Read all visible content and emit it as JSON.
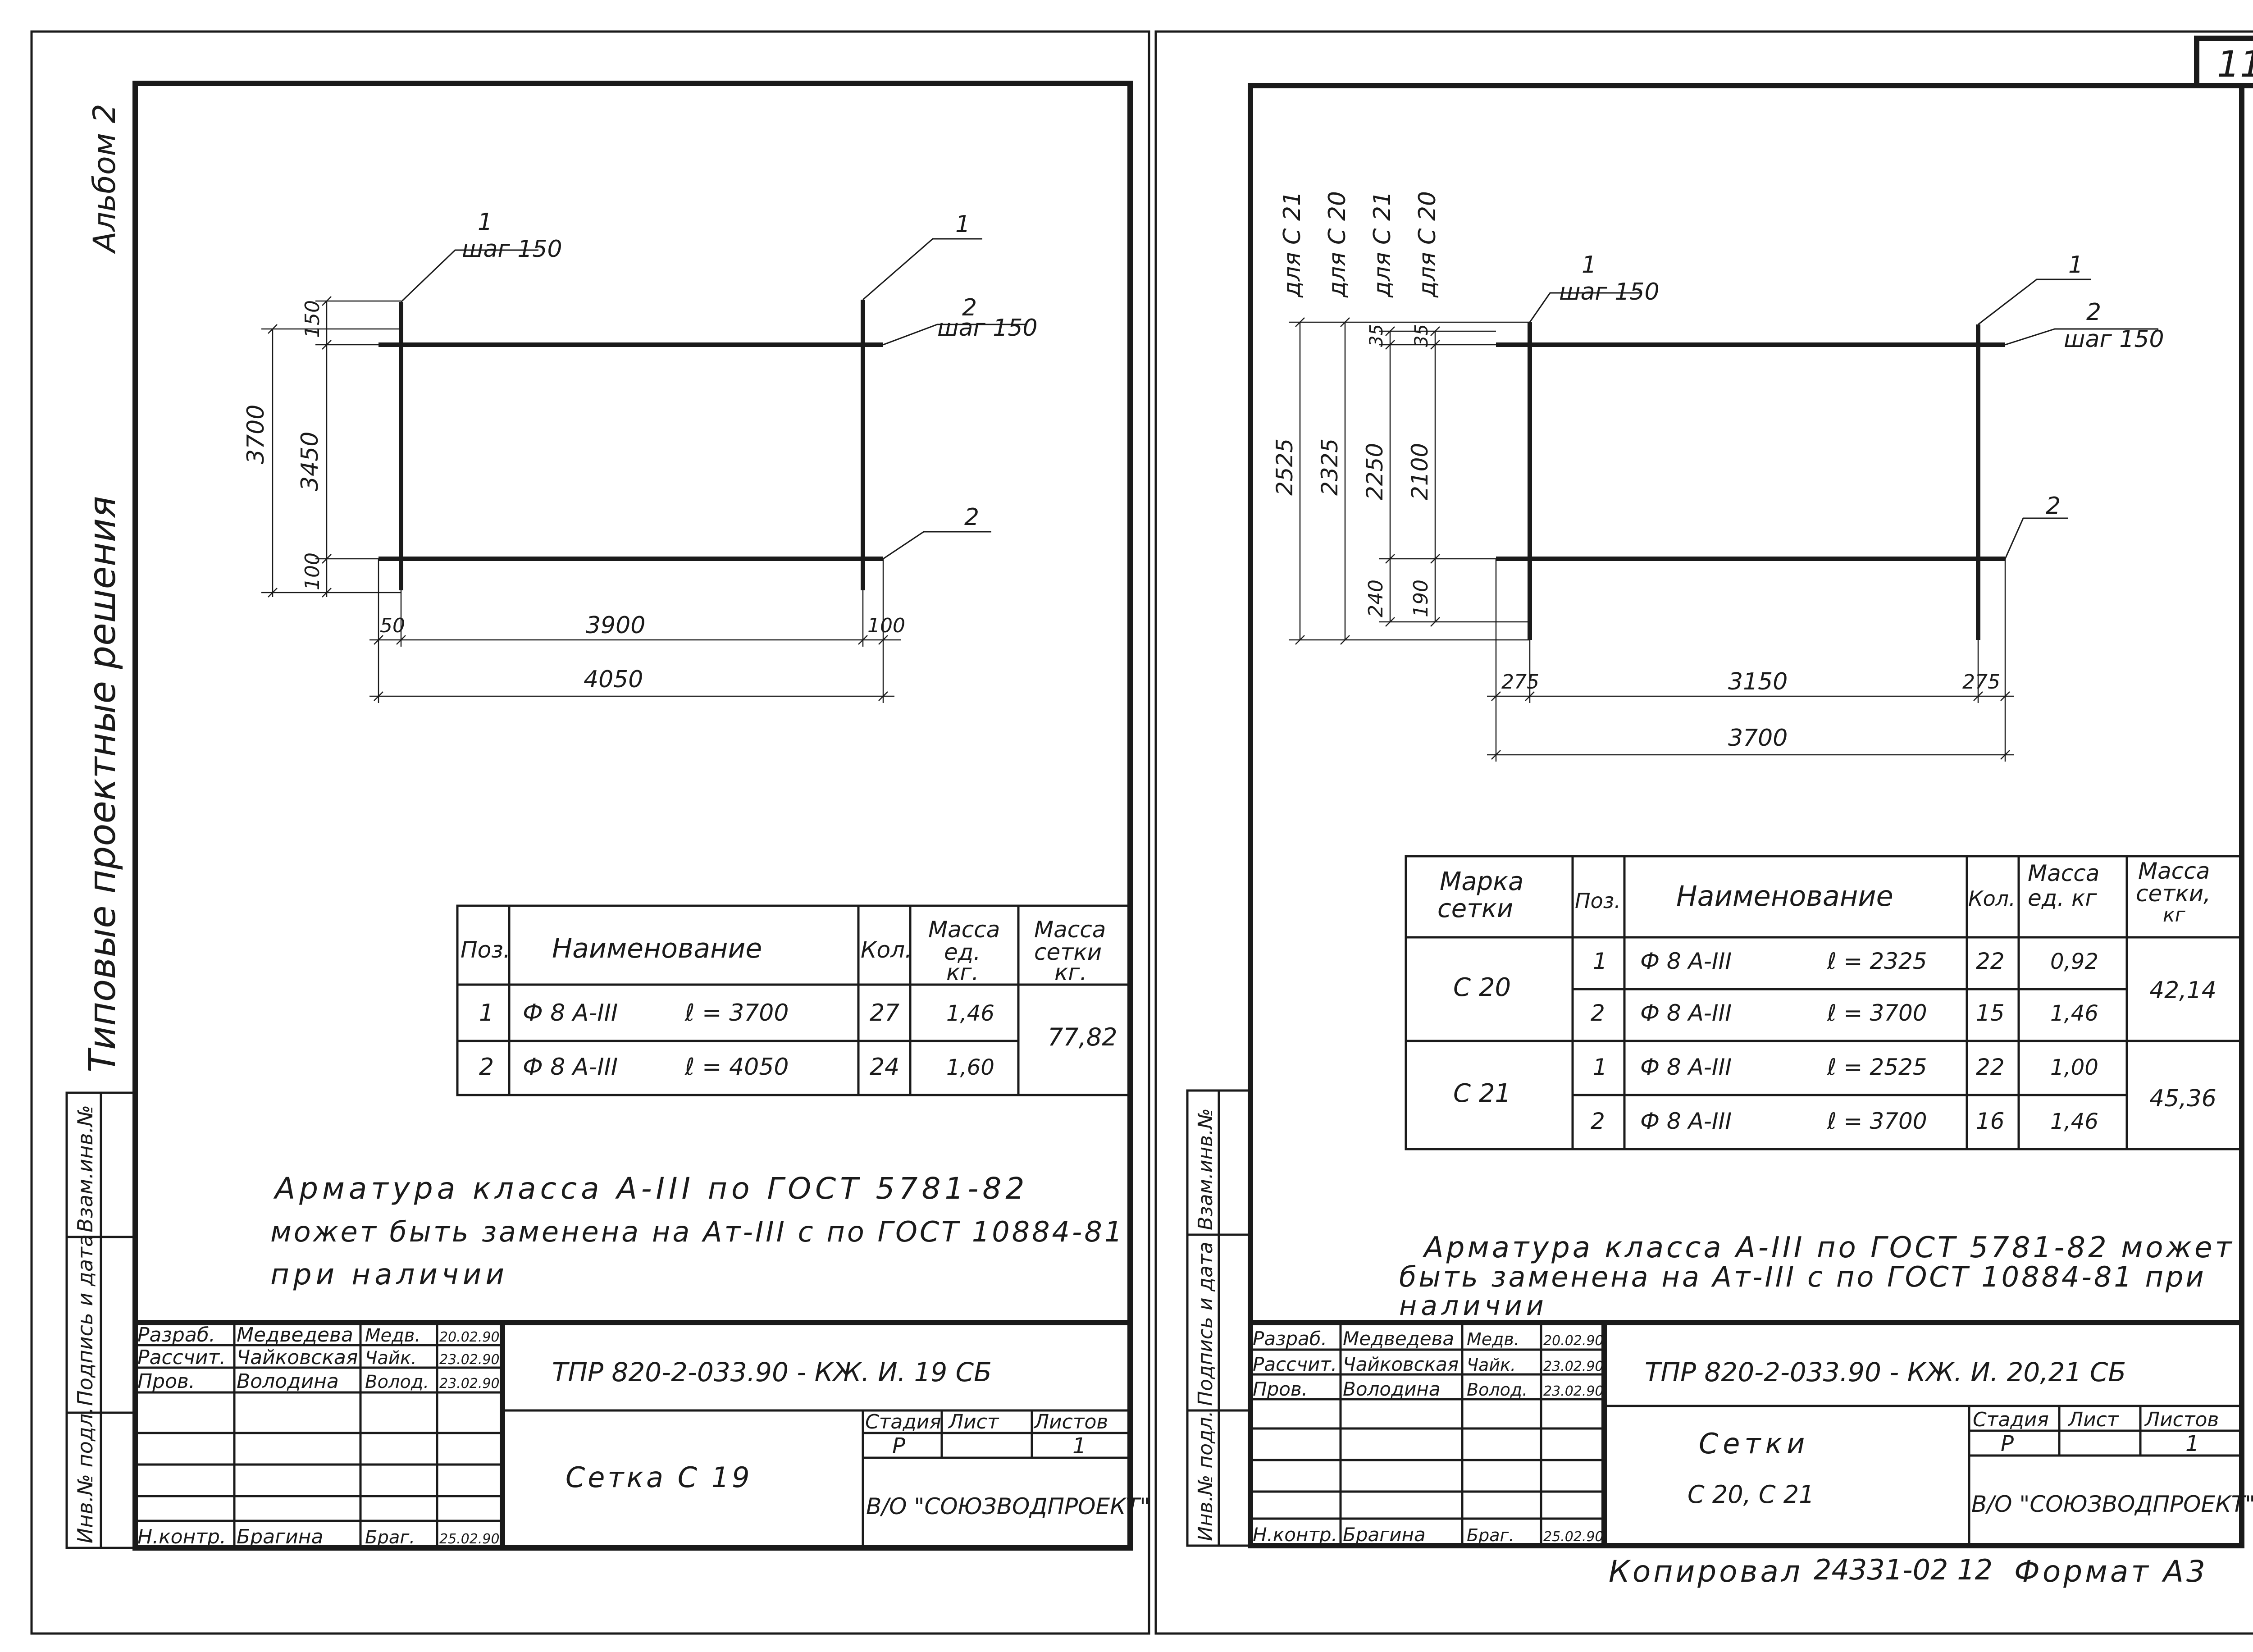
{
  "page_number": "11",
  "left": {
    "side_album": "Альбом 2",
    "side_series": "Типовые проектные решения",
    "side_stamps": [
      "Инв.№ подл.",
      "Подпись и дата",
      "Взам.инв.№"
    ],
    "callouts": {
      "c1_num": "1",
      "c1_step": "шаг 150",
      "c2_num": "1",
      "c3_num": "2",
      "c3_step": "шаг 150",
      "c4_num": "2"
    },
    "dims": {
      "d3700": "3700",
      "d3450": "3450",
      "d150": "150",
      "d100v": "100",
      "d50": "50",
      "d3900": "3900",
      "d100h": "100",
      "d4050": "4050"
    },
    "table": {
      "headers": [
        "Поз.",
        "Наименование",
        "Кол.",
        "Масса ед. кг.",
        "Масса сетки кг."
      ],
      "rows": [
        {
          "pos": "1",
          "name": "Ф 8 А-III",
          "len": "ℓ = 3700",
          "qty": "27",
          "mass": "1,46"
        },
        {
          "pos": "2",
          "name": "Ф 8 А-III",
          "len": "ℓ = 4050",
          "qty": "24",
          "mass": "1,60"
        }
      ],
      "total": "77,82"
    },
    "note": [
      "Арматура класса А-III по ГОСТ 5781-82",
      "может быть заменена на Ат-III с по ГОСТ 10884-81",
      "при наличии"
    ],
    "stamp": {
      "people": [
        {
          "role": "Разраб.",
          "name": "Медведева",
          "sign": "Медв.",
          "date": "20.02.90"
        },
        {
          "role": "Рассчит.",
          "name": "Чайковская",
          "sign": "Чайк.",
          "date": "23.02.90"
        },
        {
          "role": "Пров.",
          "name": "Володина",
          "sign": "Волод.",
          "date": "23.02.90"
        },
        {
          "role": "Н.контр.",
          "name": "Брагина",
          "sign": "Браг.",
          "date": "25.02.90"
        }
      ],
      "code": "ТПР 820-2-033.90 - КЖ. И. 19 СБ",
      "title": "Сетка С 19",
      "stage_label": "Стадия",
      "sheet_label": "Лист",
      "sheets_label": "Листов",
      "stage": "Р",
      "sheets": "1",
      "org": "В/О \"СОЮЗВОДПРОЕКТ\""
    }
  },
  "right": {
    "side_stamps": [
      "Инв.№ подл.",
      "Подпись и дата",
      "Взам.инв.№"
    ],
    "for_labels": [
      "для С 21",
      "для С 20",
      "для С 21",
      "для С 20"
    ],
    "callouts": {
      "c1_num": "1",
      "c1_step": "шаг 150",
      "c2_num": "1",
      "c3_num": "2",
      "c3_step": "шаг 150",
      "c4_num": "2"
    },
    "dims": {
      "d2525": "2525",
      "d2325": "2325",
      "d2250": "2250",
      "d2100": "2100",
      "d35a": "35",
      "d35b": "35",
      "d240": "240",
      "d190": "190",
      "d275a": "275",
      "d3150": "3150",
      "d275b": "275",
      "d3700": "3700"
    },
    "table": {
      "headers": [
        "Марка сетки",
        "Поз.",
        "Наименование",
        "Кол.",
        "Масса ед. кг",
        "Масса сетки, кг"
      ],
      "groups": [
        {
          "mark": "С 20",
          "total": "42,14",
          "rows": [
            {
              "pos": "1",
              "name": "Ф 8 А-III",
              "len": "ℓ = 2325",
              "qty": "22",
              "mass": "0,92"
            },
            {
              "pos": "2",
              "name": "Ф 8 А-III",
              "len": "ℓ = 3700",
              "qty": "15",
              "mass": "1,46"
            }
          ]
        },
        {
          "mark": "С 21",
          "total": "45,36",
          "rows": [
            {
              "pos": "1",
              "name": "Ф 8 А-III",
              "len": "ℓ = 2525",
              "qty": "22",
              "mass": "1,00"
            },
            {
              "pos": "2",
              "name": "Ф 8 А-III",
              "len": "ℓ = 3700",
              "qty": "16",
              "mass": "1,46"
            }
          ]
        }
      ]
    },
    "note": [
      "Арматура класса А-III по ГОСТ 5781-82 может",
      "быть заменена на Ат-III с по ГОСТ 10884-81 при",
      "наличии"
    ],
    "stamp": {
      "people": [
        {
          "role": "Разраб.",
          "name": "Медведева",
          "sign": "Медв.",
          "date": "20.02.90"
        },
        {
          "role": "Рассчит.",
          "name": "Чайковская",
          "sign": "Чайк.",
          "date": "23.02.90"
        },
        {
          "role": "Пров.",
          "name": "Володина",
          "sign": "Волод.",
          "date": "23.02.90"
        },
        {
          "role": "Н.контр.",
          "name": "Брагина",
          "sign": "Браг.",
          "date": "25.02.90"
        }
      ],
      "code": "ТПР 820-2-033.90 - КЖ. И. 20,21 СБ",
      "title1": "Сетки",
      "title2": "С 20, С 21",
      "stage_label": "Стадия",
      "sheet_label": "Лист",
      "sheets_label": "Листов",
      "stage": "Р",
      "sheets": "1",
      "org": "В/О \"СОЮЗВОДПРОЕКТ\""
    },
    "footer": {
      "copied": "Копировал",
      "number": "24331-02 12",
      "format": "Формат А3"
    }
  }
}
